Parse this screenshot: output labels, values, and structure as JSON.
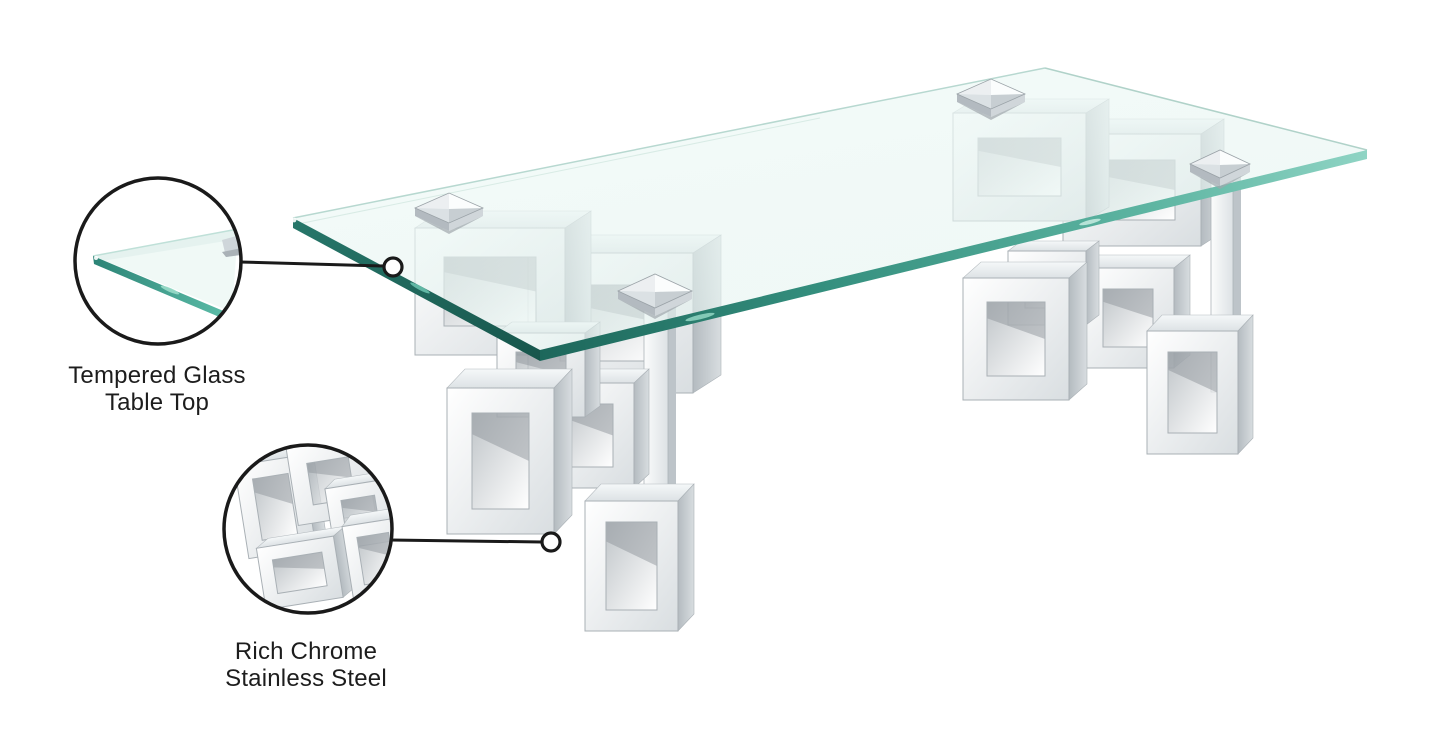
{
  "callouts": [
    {
      "name": "tempered-glass-table-top",
      "label_line1": "Tempered Glass",
      "label_line2": "Table Top"
    },
    {
      "name": "rich-chrome-stainless-steel",
      "label_line1": "Rich Chrome",
      "label_line2": "Stainless Steel"
    }
  ],
  "colors": {
    "background": "#ffffff",
    "ink": "#1a1a1a",
    "label_text": "#1d1d1d",
    "glass_edge_dark": "#17564c",
    "glass_edge_mid": "#35907f",
    "glass_edge_light": "#8fd4c4",
    "glass_surface_tint": "#e2f2ee",
    "chrome_highlight": "#fbfdfd",
    "chrome_light": "#eceff1",
    "chrome_mid": "#c4cacf",
    "chrome_dark": "#9aa1a6"
  }
}
